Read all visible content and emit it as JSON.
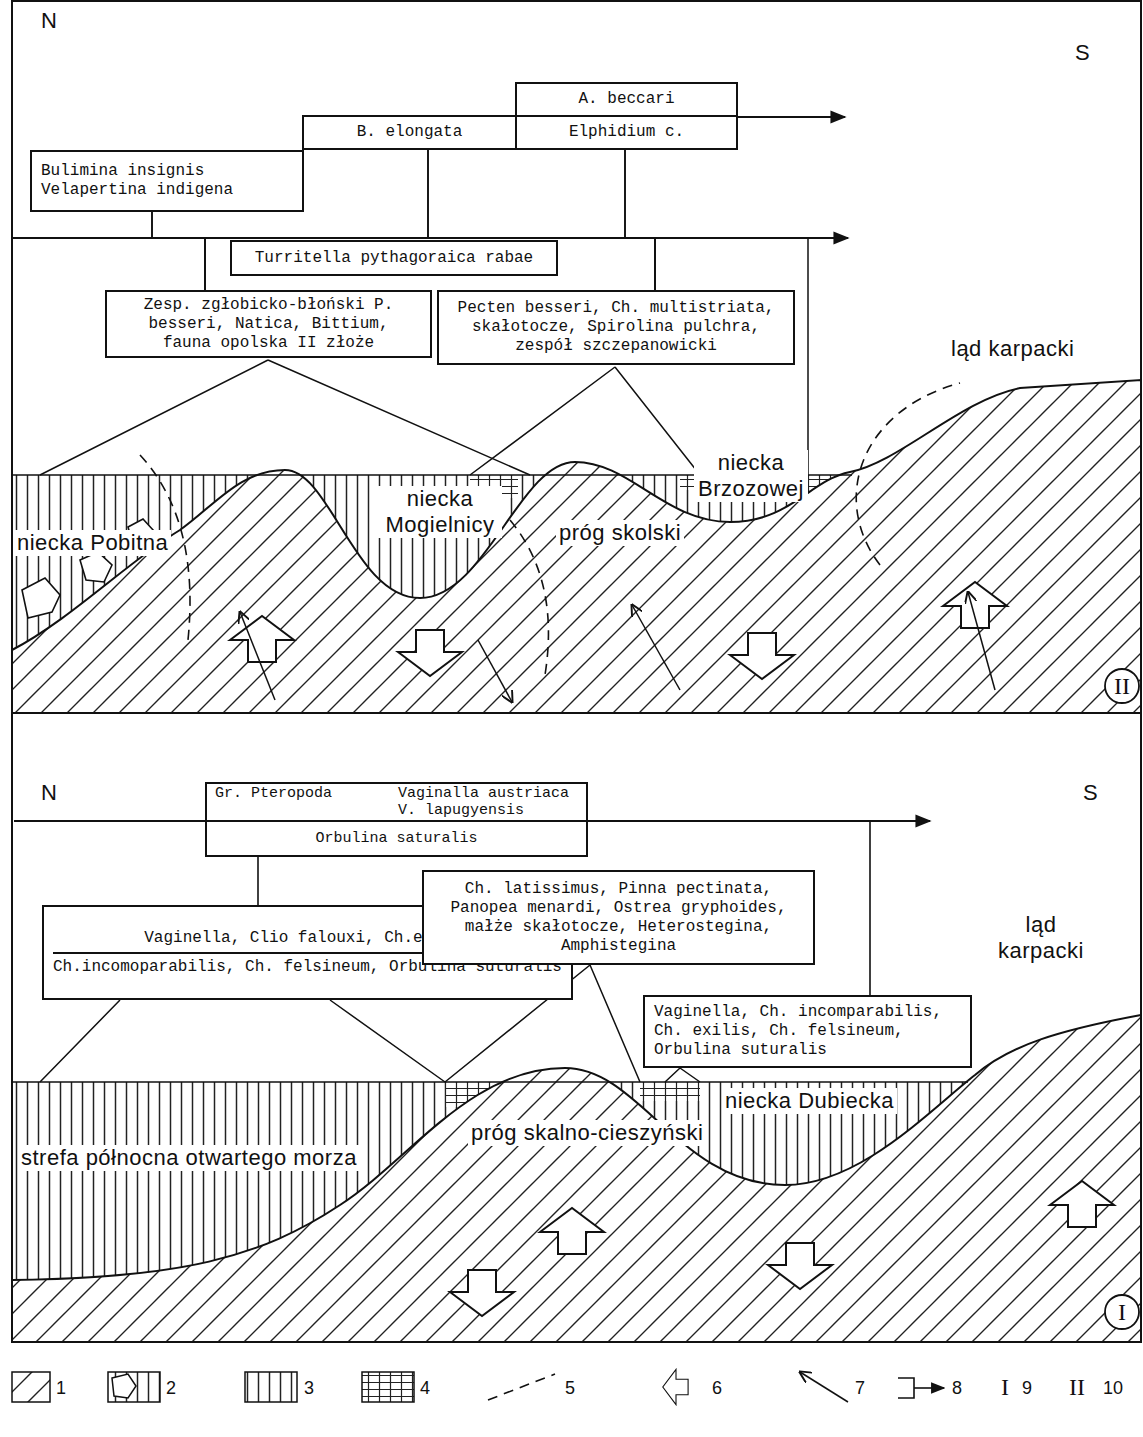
{
  "diagram": {
    "nodes": [
      {
        "text": [
          "A. beccari"
        ]
      },
      {
        "text": [
          "Elphidium c."
        ]
      },
      {
        "text": [
          "B. elongata"
        ]
      },
      {
        "text": [
          "Bulimina insignis Velapertina indigena"
        ]
      },
      {
        "text": [
          "Turritella pythagoraica rabae"
        ]
      },
      {
        "text": [
          "Zesp. zgłobicko-błoński P. besseri, Natica, Bittium, fauna opolska II złoże"
        ]
      },
      {
        "text": [
          "Pecten besseri, Ch. multistriata, skałotocze, Spirolina pulchra, zespół szczepanowicki"
        ]
      },
      {
        "text": [
          "Gr. Pteropoda",
          "Vaginalla austriaca V. lapugyensis",
          "Orbulina saturalis"
        ]
      },
      {
        "text": [
          "Vaginella, Clio falouxi, Ch.exilis",
          "Ch.incomoparabilis, Ch. felsineum, Orbulina suturalis"
        ]
      },
      {
        "text": [
          "Ch. latissimus, Pinna pectinata, Panopea menardi, Ostrea gryphoides, małże skałotocze, Heterostegina, Amphistegina"
        ]
      },
      {
        "text": [
          "Vaginella, Ch. incomparabilis, Ch. exilis, Ch. felsineum, Orbulina suturalis"
        ]
      }
    ],
    "edges": [
      {
        "from": 3,
        "to": 5,
        "arrow": "none"
      },
      {
        "from": 3,
        "to": 6,
        "arrow": "none"
      },
      {
        "from": 2,
        "to": 5,
        "arrow": "none"
      },
      {
        "from": 2,
        "to": 6,
        "arrow": "none"
      },
      {
        "from": 1,
        "to": 5,
        "arrow": "none"
      },
      {
        "from": 1,
        "to": 6,
        "arrow": "none"
      },
      {
        "from": 7,
        "to": 8,
        "arrow": "none"
      },
      {
        "from": 7,
        "to": 10,
        "arrow": "none"
      }
    ],
    "labels": [
      "N",
      "S",
      "ląd karpacki",
      "niecka Pobitna",
      "niecka Mogielnicy",
      "próg skolski",
      "niecka Brzozowej",
      "II",
      "N",
      "S",
      "ląd karpacki",
      "strefa północna otwartego morza",
      "próg skalno-cieszyński",
      "niecka Dubiecka",
      "I",
      "I",
      "II"
    ],
    "legend": [
      {
        "text": "1"
      },
      {
        "text": "2"
      },
      {
        "text": "3"
      },
      {
        "text": "4"
      },
      {
        "text": "5"
      },
      {
        "text": "6"
      },
      {
        "text": "7"
      },
      {
        "text": "8"
      },
      {
        "text": "9"
      },
      {
        "text": "10"
      }
    ]
  }
}
